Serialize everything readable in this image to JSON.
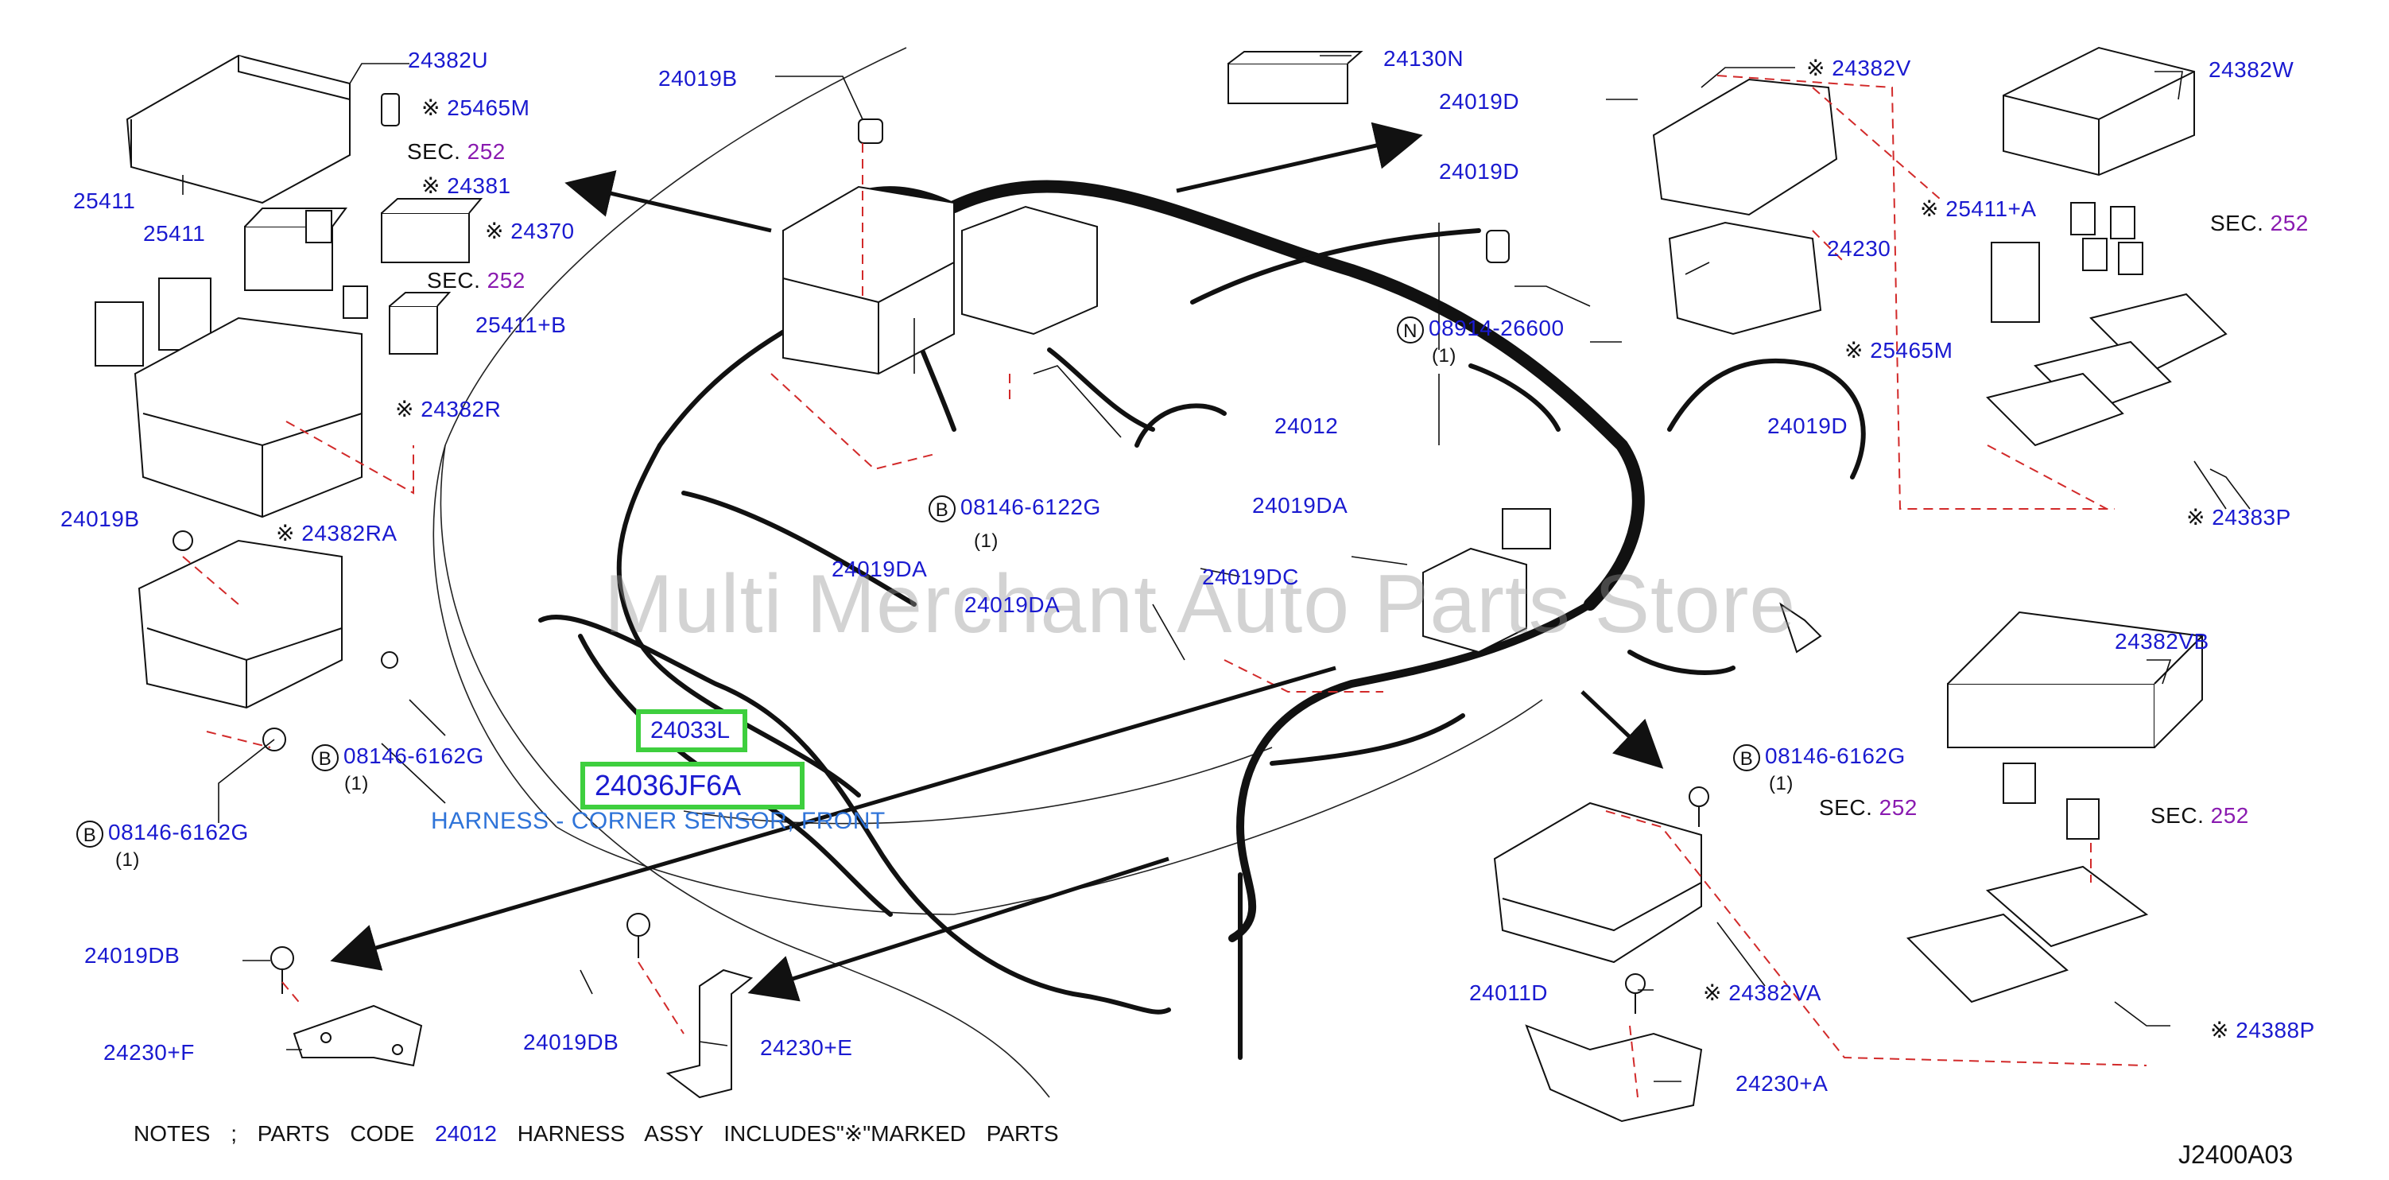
{
  "labels": {
    "p24382U": "24382U",
    "p25465M_top": "25465M",
    "p24381": "24381",
    "p24370": "24370",
    "p25411_a": "25411",
    "p25411_b": "25411",
    "p25411B": "25411+B",
    "p24382R": "24382R",
    "p24019B_left": "24019B",
    "p24382RA": "24382RA",
    "p08146_6162G_a": "08146-6162G",
    "p08146_6162G_b": "08146-6162G",
    "p24019B_top": "24019B",
    "p24130N": "24130N",
    "p24019D_a": "24019D",
    "p24019D_b": "24019D",
    "p24382V": "24382V",
    "p24230": "24230",
    "p08914_26600": "08914-26600",
    "p25465M_right": "25465M",
    "p24019D_c": "24019D",
    "p24382W": "24382W",
    "p25411A": "25411+A",
    "p24383P": "24383P",
    "p24012": "24012",
    "p24019DA_a": "24019DA",
    "p24019DA_b": "24019DA",
    "p24019DA_c": "24019DA",
    "p08146_6122G": "08146-6122G",
    "p24019DC": "24019DC",
    "p24382VB": "24382VB",
    "p08146_6162G_c": "08146-6162G",
    "p24382VA": "24382VA",
    "p24011D": "24011D",
    "p24230A": "24230+A",
    "p24388P": "24388P",
    "p24019DB_a": "24019DB",
    "p24230F": "24230+F",
    "p24019DB_b": "24019DB",
    "p24230E": "24230+E",
    "sec": "SEC.",
    "sec_num": "252"
  },
  "marks": {
    "star": "※",
    "bolt": "B",
    "nut": "N",
    "qty": "(1)"
  },
  "highlighted": {
    "part_24033L": "24033L",
    "part_24036JF6A": "24036JF6A",
    "harness_name": "HARNESS - CORNER SENSOR, FRONT"
  },
  "watermark": "Multi Merchant Auto Parts Store",
  "notes": {
    "lead": "NOTES ; PARTS CODE",
    "code": "24012",
    "tail": "HARNESS ASSY INCLUDES\"※\"MARKED PARTS"
  },
  "diagram_code": "J2400A03",
  "colors": {
    "part_number": "#1a1ad0",
    "section_ref": "#8a1bb0",
    "highlight_box": "#3ecf3e",
    "guide_line": "#d22a2a",
    "harness": "#111111"
  }
}
